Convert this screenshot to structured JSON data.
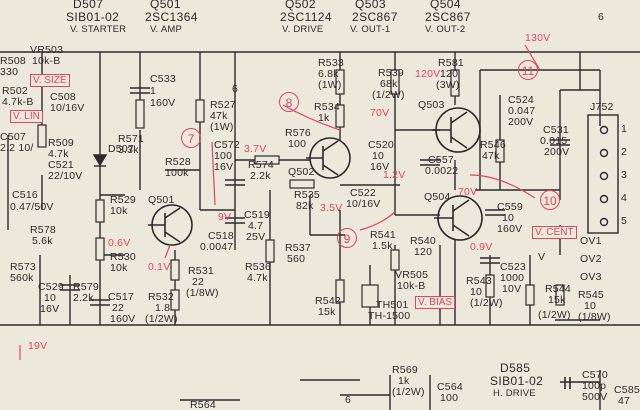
{
  "headers": {
    "d507": {
      "ref": "D507",
      "type": "SIB01-02",
      "role": "V. STARTER"
    },
    "q501": {
      "ref": "Q501",
      "type": "2SC1364",
      "role": "V. AMP"
    },
    "q502": {
      "ref": "Q502",
      "type": "2SC1124",
      "role": "V. DRIVE"
    },
    "q503": {
      "ref": "Q503",
      "type": "2SC867",
      "role": "V. OUT-1"
    },
    "q504": {
      "ref": "Q504",
      "type": "2SC867",
      "role": "V. OUT-2"
    },
    "d585": {
      "ref": "D585",
      "type": "SIB01-02",
      "role": "H. DRIVE"
    }
  },
  "components": {
    "r508": {
      "ref": "R508",
      "value": "330"
    },
    "vr503": {
      "ref": "VR503",
      "value": "10k-B"
    },
    "r502": {
      "ref": "R502",
      "value": "4.7k-B"
    },
    "c508": {
      "ref": "C508",
      "value": "10/16V"
    },
    "r509": {
      "ref": "R509",
      "value": "4.7k"
    },
    "c507": {
      "ref": "C507",
      "value": "2.2 10/"
    },
    "c521": {
      "ref": "C521",
      "value": "22/10V"
    },
    "c516": {
      "ref": "C516",
      "value": "0.47/50V"
    },
    "r578": {
      "ref": "R578",
      "value": "5.6k"
    },
    "r573": {
      "ref": "R573",
      "value": "560k"
    },
    "c529": {
      "ref": "C529",
      "value": "10",
      "rating": "16V"
    },
    "r579": {
      "ref": "R579",
      "value": "2.2k"
    },
    "c533": {
      "ref": "C533",
      "value": "1",
      "rating": "160V"
    },
    "r571": {
      "ref": "R571",
      "value": "3.3k"
    },
    "r528": {
      "ref": "R528",
      "value": "100k"
    },
    "d507b": {
      "ref": "D507"
    },
    "r529": {
      "ref": "R529",
      "value": "10k"
    },
    "r530": {
      "ref": "R530",
      "value": "10k"
    },
    "c517": {
      "ref": "C517",
      "value": "22",
      "rating": "160V"
    },
    "q501s": {
      "ref": "Q501"
    },
    "r527": {
      "ref": "R527",
      "value": "47k",
      "rating": "(1W)"
    },
    "c572": {
      "ref": "C572",
      "value": "100",
      "rating": "16V"
    },
    "c518": {
      "ref": "C518",
      "value": "0.0047"
    },
    "r531": {
      "ref": "R531",
      "value": "22",
      "rating": "(1/8W)"
    },
    "r532": {
      "ref": "R532",
      "value": "1.8",
      "rating": "(1/2W)"
    },
    "r533": {
      "ref": "R533",
      "value": "6.8k",
      "rating": "(1W)"
    },
    "r534": {
      "ref": "R534",
      "value": "1k"
    },
    "r576": {
      "ref": "R576",
      "value": "100"
    },
    "r574": {
      "ref": "R574",
      "value": "2.2k"
    },
    "q502s": {
      "ref": "Q502"
    },
    "c519": {
      "ref": "C519",
      "value": "4.7",
      "rating": "25V"
    },
    "r535": {
      "ref": "R535",
      "value": "82k"
    },
    "r536": {
      "ref": "R536",
      "value": "4.7k"
    },
    "r537": {
      "ref": "R537",
      "value": "560"
    },
    "r539": {
      "ref": "R539",
      "value": "68k",
      "rating": "(1/2W)"
    },
    "c520": {
      "ref": "C520",
      "value": "10",
      "rating": "16V"
    },
    "c522": {
      "ref": "C522",
      "value": "10/16V"
    },
    "r541": {
      "ref": "R541",
      "value": "1.5k"
    },
    "r540": {
      "ref": "R540",
      "value": "120"
    },
    "r542": {
      "ref": "R542",
      "value": "15k"
    },
    "th501": {
      "ref": "TH501",
      "value": "TH-1500"
    },
    "vr505": {
      "ref": "VR505",
      "value": "10k-B"
    },
    "r581": {
      "ref": "R581",
      "value": "120",
      "rating": "(3W)"
    },
    "q503s": {
      "ref": "Q503"
    },
    "c524": {
      "ref": "C524",
      "value": "0.047",
      "rating": "200V"
    },
    "c557": {
      "ref": "C557",
      "value": "0.0022"
    },
    "r546": {
      "ref": "R546",
      "value": "47k"
    },
    "q504s": {
      "ref": "Q504"
    },
    "c559": {
      "ref": "C559",
      "value": "10",
      "rating": "160V"
    },
    "c523": {
      "ref": "C523",
      "value": "1000",
      "rating": "10V"
    },
    "r543": {
      "ref": "R543",
      "value": "10",
      "rating": "(1/2W)"
    },
    "c531": {
      "ref": "C531",
      "value": "0.015",
      "rating": "200V"
    },
    "r544": {
      "ref": "R544",
      "value": "15k",
      "rating": "(1/2W)"
    },
    "r545": {
      "ref": "R545",
      "value": "10",
      "rating": "(1/8W)"
    },
    "r569": {
      "ref": "R569",
      "value": "1k",
      "rating": "(1/2W)"
    },
    "c564": {
      "ref": "C564",
      "value": "100"
    },
    "c570": {
      "ref": "C570",
      "value": "100p",
      "rating": "500V"
    },
    "c585": {
      "ref": "C585",
      "value": "47"
    },
    "r564": {
      "ref": "R564"
    },
    "j752": {
      "ref": "J752",
      "pins": [
        "1",
        "2",
        "3",
        "4",
        "5"
      ]
    },
    "ov": [
      "OV1",
      "OV2",
      "OV3"
    ]
  },
  "annotations": {
    "v_size": "V. SIZE",
    "v_lin": "V. LIN",
    "v_bias": "V. BIAS",
    "v_cent": "V. CENT",
    "v130": "130V",
    "v120": "120V",
    "v70a": "70V",
    "v70b": "70V",
    "v9": "9V",
    "v37": "3.7V",
    "v35": "3.5V",
    "v12": "1.2V",
    "v09": "0.9V",
    "v06": "0.6V",
    "v01": "0.1V",
    "v19": "19V",
    "c7": "7",
    "c8": "8",
    "c9": "9",
    "c10": "10",
    "c11": "11",
    "conn6a": "6",
    "conn6b": "6",
    "conn6c": "6",
    "v_letter": "V"
  },
  "colors": {
    "ink": "#2c2a2a",
    "paper": "#ece8dc",
    "marker": "#e0475a"
  }
}
